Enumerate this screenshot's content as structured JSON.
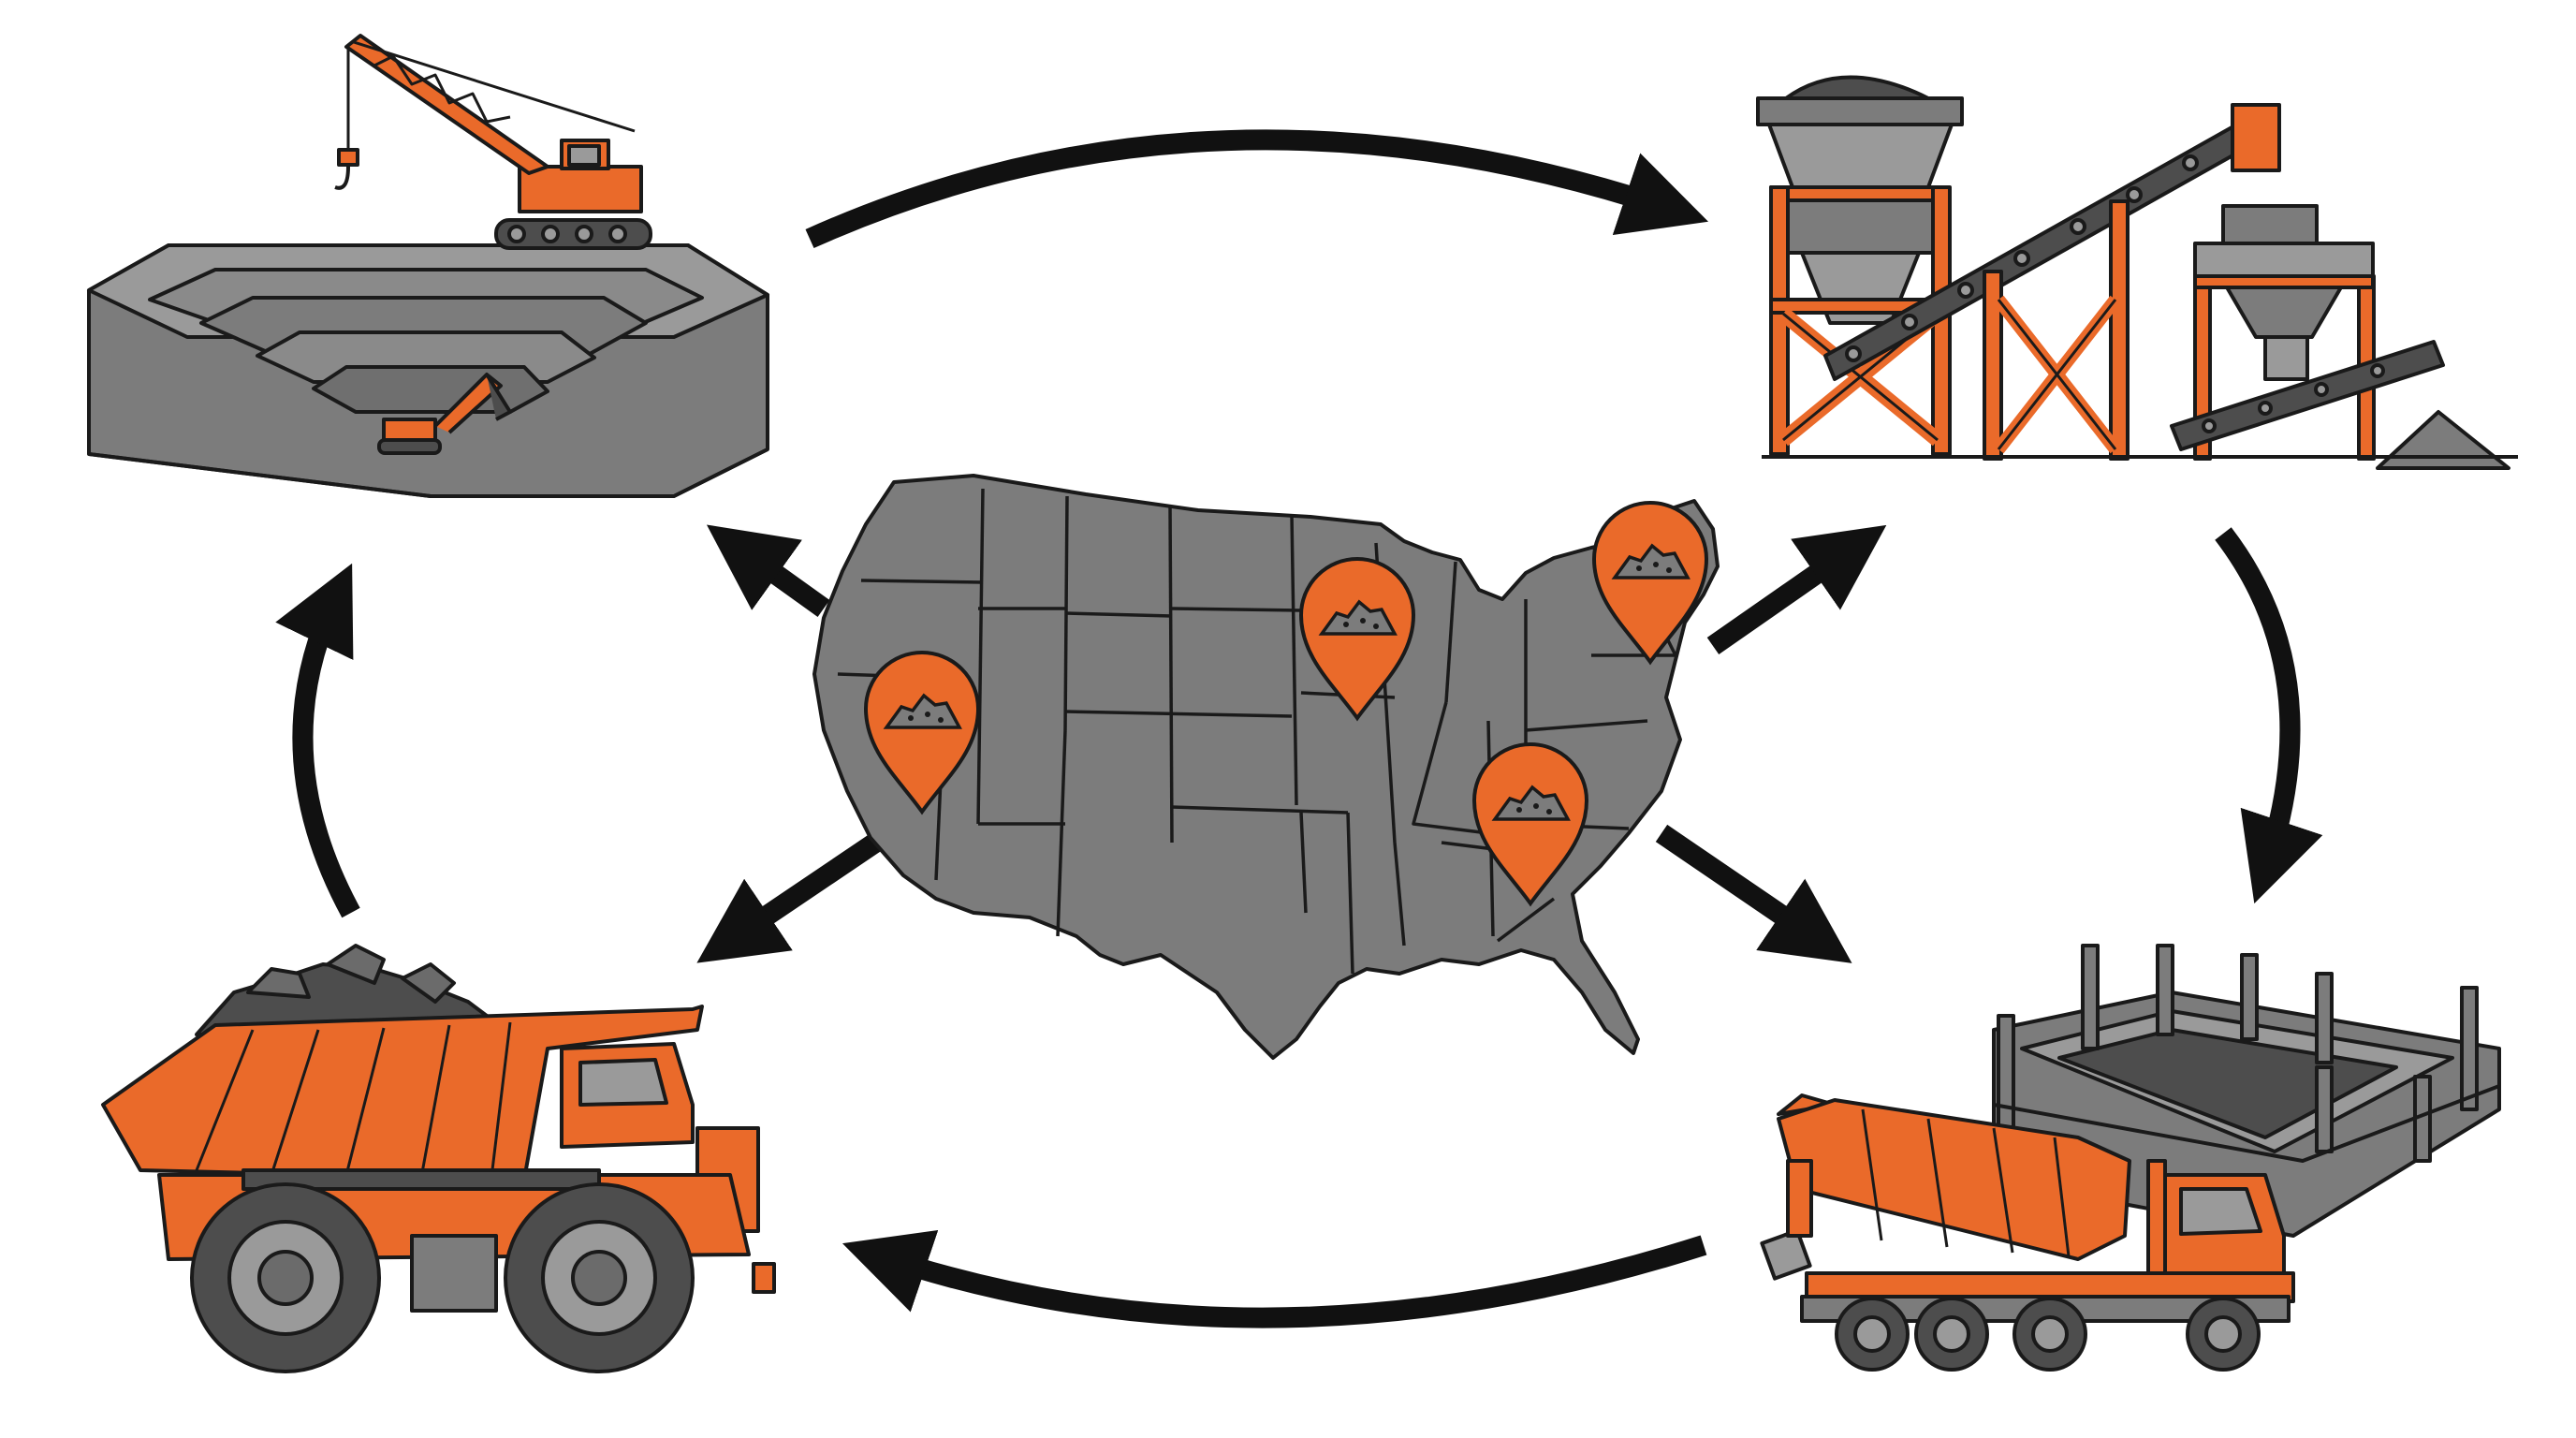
{
  "colors": {
    "background": "#ffffff",
    "outline": "#1a1a1a",
    "gray": "#7c7c7c",
    "gray_light": "#9a9a9a",
    "gray_dark": "#4d4d4d",
    "accent": "#ea6a2a",
    "arrow": "#111111"
  },
  "nodes": [
    {
      "id": "quarry",
      "icon": "open-pit-quarry-with-crane-icon"
    },
    {
      "id": "processing",
      "icon": "crushing-and-screening-plant-icon"
    },
    {
      "id": "construction",
      "icon": "cement-mixer-truck-at-construction-site-icon"
    },
    {
      "id": "haul",
      "icon": "mining-dump-truck-icon"
    }
  ],
  "map": {
    "icon": "united-states-map-icon",
    "markers": 4,
    "marker_icon": "aggregate-pile-location-pin-icon"
  }
}
